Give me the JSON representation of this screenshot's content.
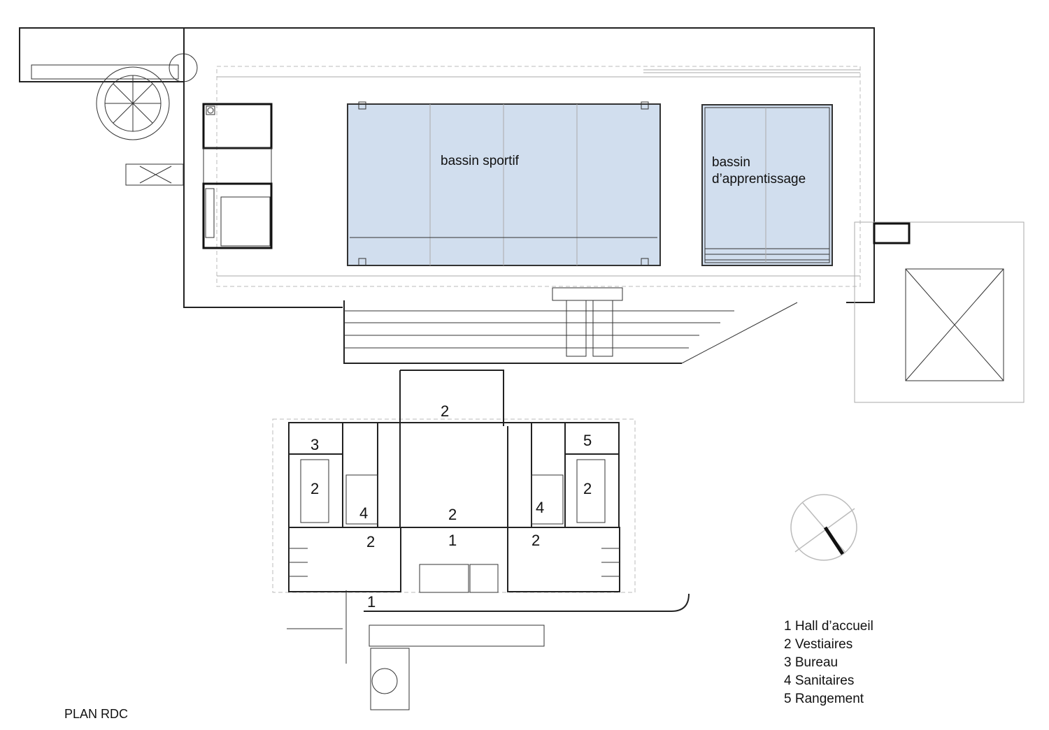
{
  "pools": {
    "sport": "bassin sportif",
    "learning_line1": "bassin",
    "learning_line2": "d’apprentissage"
  },
  "rooms": {
    "r1_top": "2",
    "r3": "3",
    "r5": "5",
    "r2_left": "2",
    "r2_right": "2",
    "r4_left": "4",
    "r4_right": "4",
    "r2_center": "2",
    "r1_center": "1",
    "r2_lower_left": "2",
    "r2_lower_right": "2",
    "r1_lower": "1"
  },
  "legend": [
    "1 Hall d’accueil",
    "2 Vestiaires",
    "3 Bureau",
    "4 Sanitaires",
    "5 Rangement"
  ],
  "title": "PLAN RDC",
  "colors": {
    "pool_fill": "#d1deee",
    "wall": "#222222",
    "background": "#ffffff"
  }
}
